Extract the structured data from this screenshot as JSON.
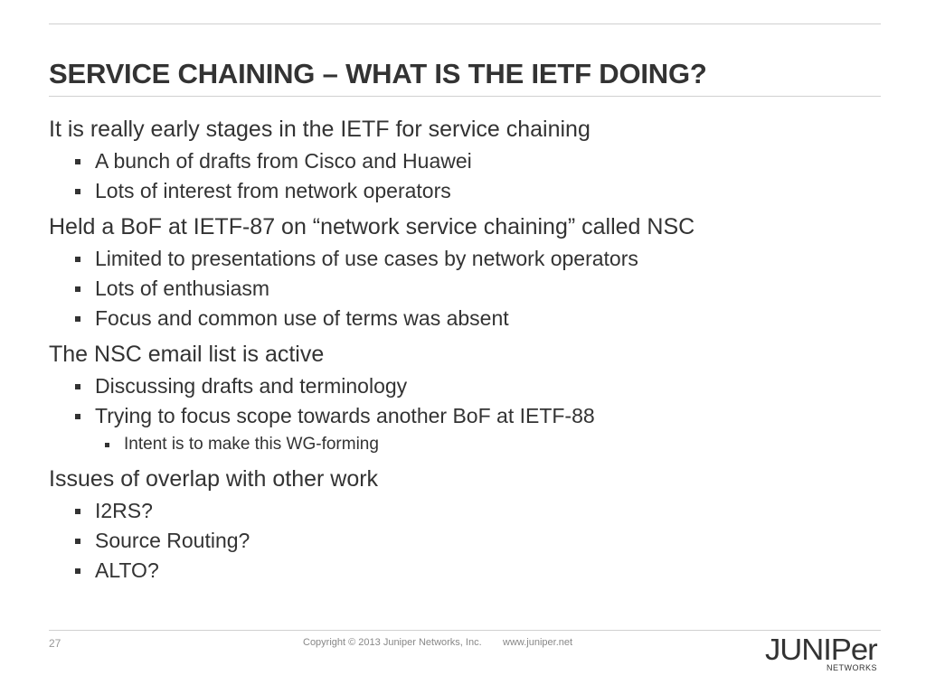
{
  "slide": {
    "title": "SERVICE CHAINING – WHAT IS THE IETF DOING?"
  },
  "sections": [
    {
      "heading": "It is really early stages in the IETF for service chaining",
      "bullets": [
        "A bunch of drafts from Cisco and Huawei",
        "Lots of interest from network operators"
      ]
    },
    {
      "heading": "Held a BoF at IETF-87 on “network service chaining” called NSC",
      "bullets": [
        "Limited to presentations of use cases by network operators",
        "Lots of enthusiasm",
        "Focus and common use of terms was absent"
      ]
    },
    {
      "heading": "The NSC email list is active",
      "bullets": [
        "Discussing drafts and terminology",
        "Trying to focus scope towards another BoF at IETF-88"
      ],
      "subbullets": [
        "Intent is to make this WG-forming"
      ]
    },
    {
      "heading": "Issues of overlap with other work",
      "bullets": [
        "I2RS?",
        "Source Routing?",
        "ALTO?"
      ]
    }
  ],
  "footer": {
    "page_number": "27",
    "copyright": "Copyright © 2013 Juniper Networks, Inc.",
    "website": "www.juniper.net"
  },
  "logo": {
    "word": "JUNIPer",
    "sub": "NETWORKS"
  }
}
